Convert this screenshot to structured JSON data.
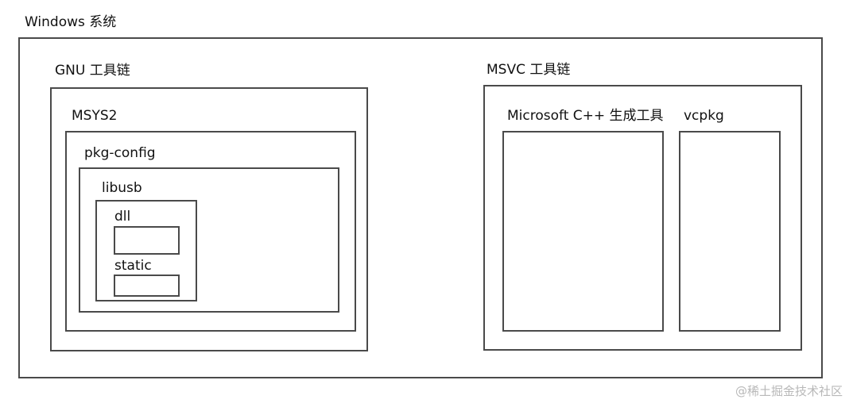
{
  "diagram": {
    "windows_label": "Windows 系统",
    "gnu_label": "GNU 工具链",
    "msys2_label": "MSYS2",
    "pkgconfig_label": "pkg-config",
    "libusb_label": "libusb",
    "dll_label": "dll",
    "static_label": "static",
    "msvc_label": "MSVC 工具链",
    "mscpp_label": "Microsoft C++ 生成工具",
    "vcpkg_label": "vcpkg"
  },
  "watermark": "@稀土掘金技术社区",
  "colors": {
    "border": "#4a4a4a",
    "text": "#111111",
    "watermark": "#b8b8b8",
    "background": "#ffffff"
  }
}
